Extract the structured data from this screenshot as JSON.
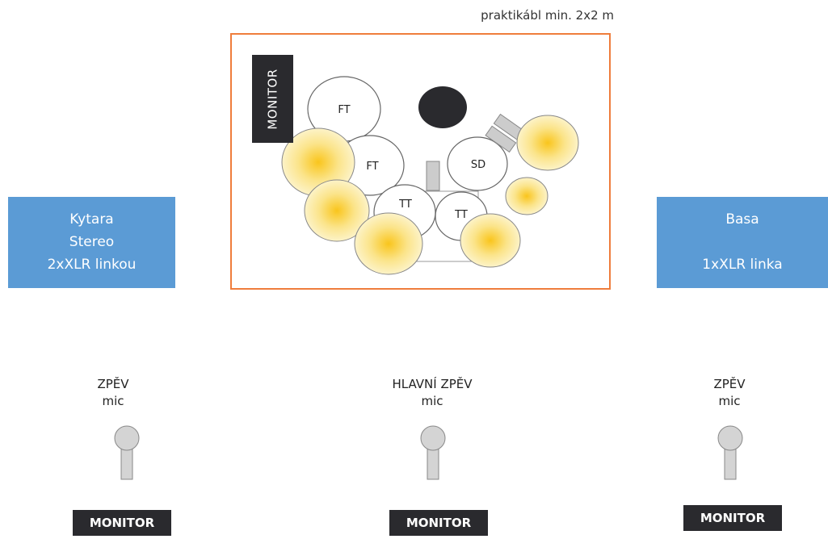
{
  "riser": {
    "caption": "praktikábl min. 2x2 m",
    "monitor_label": "MONITOR",
    "border_color": "#ef7d3c"
  },
  "drums": {
    "floor_tom_1": "FT",
    "floor_tom_2": "FT",
    "tom_1": "TT",
    "tom_2": "TT",
    "snare": "SD"
  },
  "guitar": {
    "line1": "Kytara",
    "line2": "Stereo",
    "line3": "2xXLR linkou"
  },
  "bass": {
    "line1": "Basa",
    "line2": "",
    "line3": "1xXLR linka"
  },
  "vocals": {
    "left": {
      "title": "ZPĚV",
      "sub": "mic",
      "monitor": "MONITOR"
    },
    "center": {
      "title": "HLAVNÍ ZPĚV",
      "sub": "mic",
      "monitor": "MONITOR"
    },
    "right": {
      "title": "ZPĚV",
      "sub": "mic",
      "monitor": "MONITOR"
    }
  },
  "colors": {
    "box_blue": "#5b9bd5",
    "monitor_dark": "#2a2a2e",
    "cymbal_yellow": "#f7d44a"
  }
}
